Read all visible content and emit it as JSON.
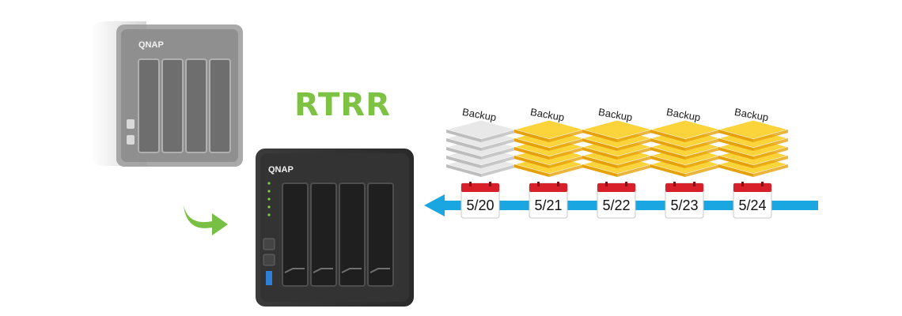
{
  "title": "RTRR",
  "devices": {
    "source_brand": "QNAP",
    "target_brand": "QNAP"
  },
  "backups": [
    {
      "label": "Backup",
      "date": "5/20",
      "color": "gray"
    },
    {
      "label": "Backup",
      "date": "5/21",
      "color": "gold"
    },
    {
      "label": "Backup",
      "date": "5/22",
      "color": "gold"
    },
    {
      "label": "Backup",
      "date": "5/23",
      "color": "gold"
    },
    {
      "label": "Backup",
      "date": "5/24",
      "color": "gold"
    }
  ],
  "colors": {
    "title": "#7dc243",
    "timeline": "#1aa6e0",
    "calendar_top": "#d8202a",
    "gold": "#f6bd1c",
    "gray": "#d4d4d4",
    "arrow": "#78c043"
  },
  "icons": {
    "replication_arrow": "curved-arrow-icon",
    "calendar": "calendar-icon",
    "stack": "document-stack-icon"
  }
}
